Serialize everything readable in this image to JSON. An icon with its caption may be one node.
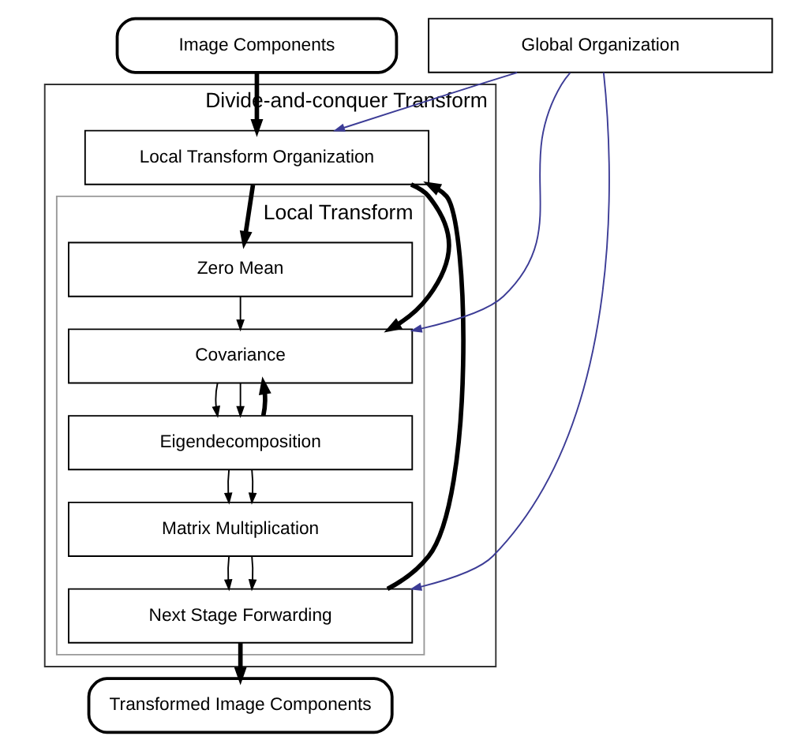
{
  "diagram": {
    "nodes": [
      {
        "text": [
          "Image Components"
        ]
      },
      {
        "text": [
          "Divide-and-conquer Transform"
        ]
      },
      {
        "text": [
          "Local Transform Organization"
        ],
        "in": 1
      },
      {
        "text": [
          "Local Transform"
        ],
        "in": 1
      },
      {
        "text": [
          "Zero Mean"
        ],
        "in": 3
      },
      {
        "text": [
          "Covariance"
        ],
        "in": 3
      },
      {
        "text": [
          "Eigendecomposition"
        ],
        "in": 3
      },
      {
        "text": [
          "Matrix Multiplication"
        ],
        "in": 3
      },
      {
        "text": [
          "Next Stage Forwarding"
        ],
        "in": 3
      },
      {
        "text": [
          "Global Organization"
        ]
      },
      {
        "text": [
          "Transformed Image Components"
        ]
      }
    ],
    "edges": [
      {
        "from": 0,
        "to": 2,
        "arrow": "to",
        "style": "thick"
      },
      {
        "from": 2,
        "to": 4,
        "arrow": "to",
        "style": "thick"
      },
      {
        "from": 2,
        "to": 5,
        "arrow": "to",
        "style": "thick"
      },
      {
        "from": 4,
        "to": 5,
        "arrow": "to"
      },
      {
        "from": 5,
        "to": 6,
        "arrow": "to"
      },
      {
        "from": 5,
        "to": 6,
        "arrow": "to"
      },
      {
        "from": 6,
        "to": 7,
        "arrow": "to"
      },
      {
        "from": 6,
        "to": 7,
        "arrow": "to"
      },
      {
        "from": 7,
        "to": 8,
        "arrow": "to"
      },
      {
        "from": 7,
        "to": 8,
        "arrow": "to"
      },
      {
        "from": 6,
        "to": 5,
        "arrow": "to",
        "style": "thick"
      },
      {
        "from": 8,
        "to": 2,
        "arrow": "to",
        "style": "thick"
      },
      {
        "from": 9,
        "to": 2,
        "arrow": "to",
        "color": "#3c3c96"
      },
      {
        "from": 9,
        "to": 5,
        "arrow": "to",
        "color": "#3c3c96"
      },
      {
        "from": 9,
        "to": 8,
        "arrow": "to",
        "color": "#3c3c96"
      },
      {
        "from": 8,
        "to": 10,
        "arrow": "to",
        "style": "thick"
      }
    ]
  }
}
